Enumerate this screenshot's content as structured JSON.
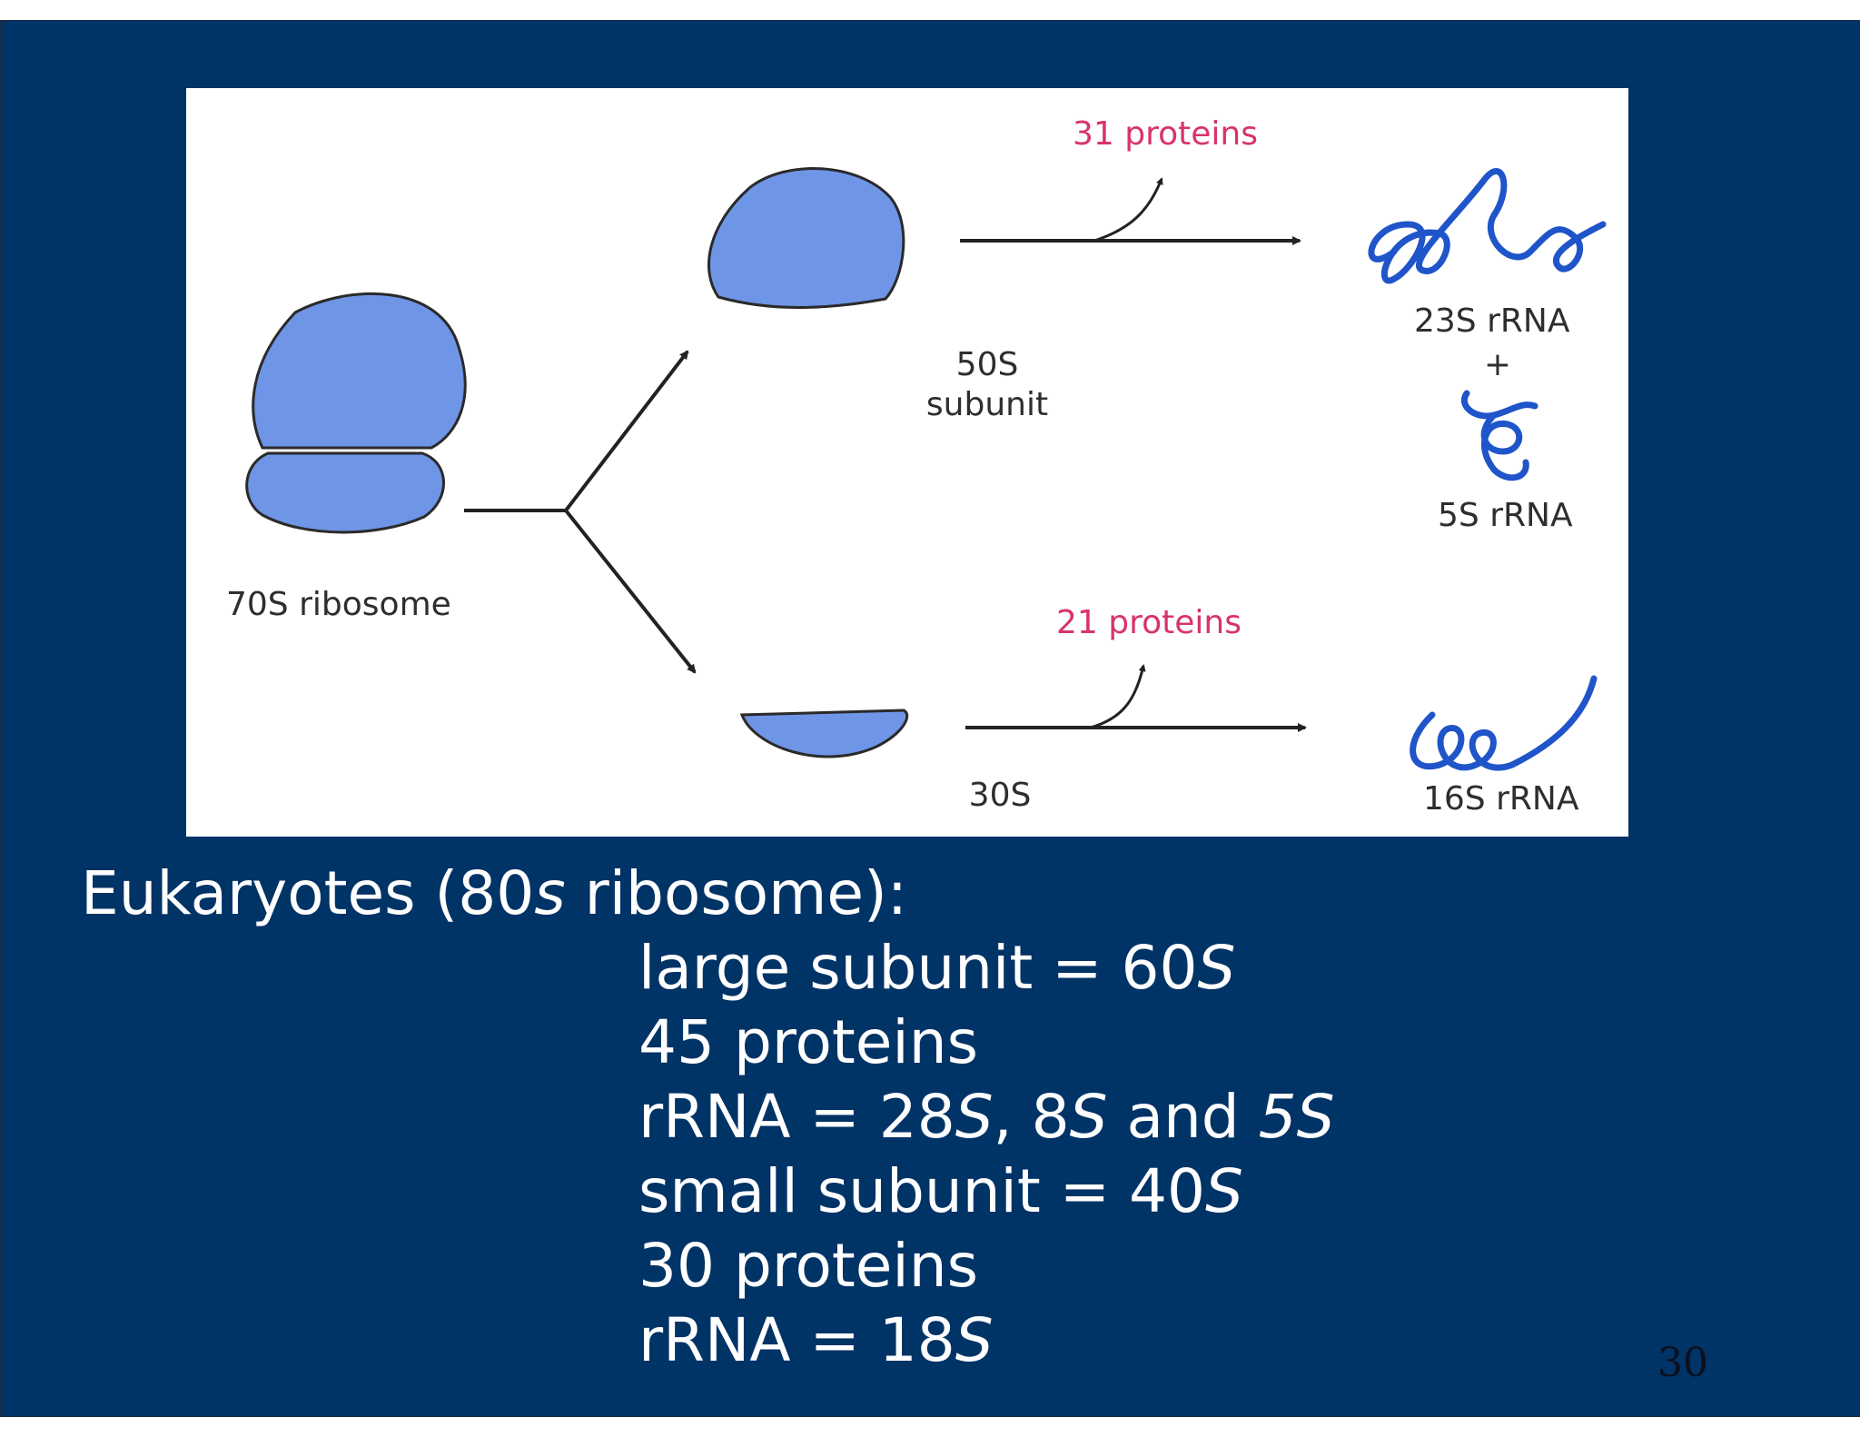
{
  "slide": {
    "page_number": "30",
    "background_color": "#003366"
  },
  "diagram": {
    "ribosome_label": "70S ribosome",
    "large_subunit_label_1": "50S",
    "large_subunit_label_2": "subunit",
    "small_subunit_label": "30S",
    "large_proteins_label": "31 proteins",
    "small_proteins_label": "21 proteins",
    "rrna_23s_label": "23S rRNA",
    "plus_sign": "+",
    "rrna_5s_label": "5S rRNA",
    "rrna_16s_label": "16S rRNA",
    "subunit_color": "#6f95e6",
    "rrna_color": "#1f55c9",
    "protein_label_color": "#d8336c"
  },
  "eukaryotes": {
    "heading_prefix": "Eukaryotes (80",
    "heading_s": "s",
    "heading_suffix": " ribosome):",
    "large_subunit_prefix": "large subunit = 60",
    "large_subunit_s": "S",
    "large_proteins": "45 proteins",
    "large_rrna_prefix": "rRNA =  28",
    "large_rrna_s1": "S",
    "large_rrna_mid1": ", 8",
    "large_rrna_s2": "S",
    "large_rrna_mid2": " and ",
    "large_rrna_5s": "5S",
    "small_subunit_prefix": "small subunit = 40",
    "small_subunit_s": "S",
    "small_proteins": "30 proteins",
    "small_rrna_prefix": "rRNA = 18",
    "small_rrna_s": "S"
  }
}
